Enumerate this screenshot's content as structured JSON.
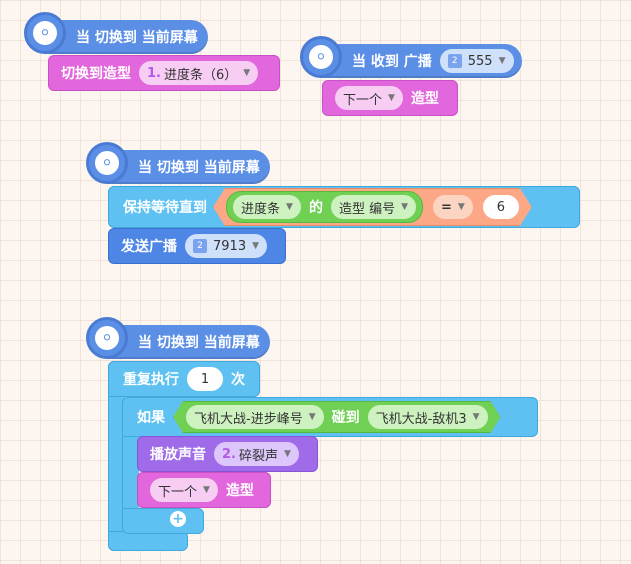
{
  "script1": {
    "hat_label": "当 切换到 当前屏幕",
    "action_label": "切换到造型",
    "costume_num": "1.",
    "costume_name": "进度条（6）"
  },
  "script2": {
    "hat_label": "当 收到 广播",
    "broadcast_value": "555",
    "costume_select": "下一个",
    "costume_suffix": "造型"
  },
  "script3": {
    "hat_label": "当 切换到 当前屏幕",
    "wait_label": "保持等待直到",
    "sprite_select": "进度条",
    "of_label": "的",
    "property_select": "造型 编号",
    "operator": "=",
    "compare_value": "6",
    "send_label": "发送广播",
    "send_value": "7913"
  },
  "script4": {
    "hat_label": "当 切换到 当前屏幕",
    "repeat_label": "重复执行",
    "repeat_count": "1",
    "repeat_suffix": "次",
    "if_label": "如果",
    "if_sprite": "飞机大战-进步峰号",
    "touch_label": "碰到",
    "touch_target": "飞机大战-敌机3",
    "sound_label": "播放声音",
    "sound_num": "2.",
    "sound_name": "碎裂声",
    "costume_select": "下一个",
    "costume_suffix": "造型",
    "plus": "+"
  },
  "colors": {
    "event": "#5b8fe6",
    "looks": "#e267dd",
    "control": "#5fc1f2",
    "sound": "#a06be8",
    "operator": "#fca785",
    "sensing": "#6fd054"
  },
  "icons": {
    "hat": "satellite-dish-icon",
    "dropdown": "chevron-down-icon",
    "broadcast": "broadcast-badge-icon"
  }
}
